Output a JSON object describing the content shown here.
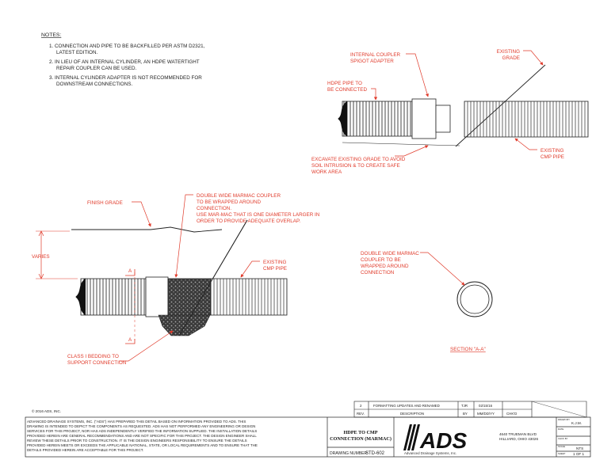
{
  "notes": {
    "heading": "NOTES:",
    "items": [
      [
        "1. CONNECTION AND PIPE TO BE BACKFILLED PER ASTM D2321,",
        "LATEST EDITION."
      ],
      [
        "2. IN LIEU OF AN INTERNAL CYLINDER, AN HDPE WATERTIGHT",
        "REPAIR COUPLER CAN BE USED."
      ],
      [
        "3. INTERNAL CYLINDER ADAPTER IS NOT RECOMMENDED FOR",
        "DOWNSTREAM CONNECTIONS."
      ]
    ]
  },
  "top_detail": {
    "coupler_label": [
      "INTERNAL COUPLER",
      "SPIGOT ADAPTER"
    ],
    "grade_label": [
      "EXISTING",
      "GRADE"
    ],
    "hdpe_label": [
      "HDPE PIPE TO",
      "BE CONNECTED"
    ],
    "excavate_label": [
      "EXCAVATE EXISTING GRADE TO AVOID",
      "SOIL INTRUSION & TO CREATE SAFE",
      "WORK AREA"
    ],
    "cmp_label": [
      "EXISTING",
      "CMP PIPE"
    ]
  },
  "bottom_detail": {
    "finish_grade": "FINISH GRADE",
    "marmac_label": [
      "DOUBLE WIDE MARMAC COUPLER",
      "TO BE WRAPPED AROUND",
      "CONNECTION.",
      "USE MAR-MAC THAT IS ONE DIAMETER LARGER IN",
      "ORDER TO PROVIDE ADEQUATE OVERLAP."
    ],
    "varies": "VARIES",
    "cmp_label": [
      "EXISTING",
      "CMP PIPE"
    ],
    "section_mark": "A",
    "bedding_label": [
      "CLASS I BEDDING TO",
      "SUPPORT CONNECTION"
    ]
  },
  "section": {
    "label": [
      "DOUBLE WIDE MARMAC",
      "COUPLER TO BE",
      "WRAPPED AROUND",
      "CONNECTION"
    ],
    "title": "SECTION \"A-A\""
  },
  "title_block": {
    "copyright": "© 2016 ADS, INC.",
    "revision": {
      "rev": "2",
      "description": "FORMATTING UPDATES AND RENAMED",
      "by": "TJR",
      "date": "02/15/16"
    },
    "headers": {
      "rev": "REV.",
      "description": "DESCRIPTION",
      "by": "BY",
      "date": "MM/DD/YY",
      "chkd": "CHK'D"
    },
    "disclaimer": [
      "ADVANCED DRAINAGE SYSTEMS, INC. (\"ADS\") HAS PREPARED THIS DETAIL BASED ON INFORMATION PROVIDED TO ADS.  THIS",
      "DRAWING IS INTENDED TO DEPICT THE COMPONENTS AS REQUESTED.  ADS HAS NOT PERFORMED ANY ENGINEERING OR DESIGN",
      "SERVICES FOR THIS PROJECT, NOR HAS ADS INDEPENDENTLY VERIFIED THE INFORMATION SUPPLIED.  THE INSTALLATION DETAILS",
      "PROVIDED HEREIN ARE GENERAL RECOMMENDATIONS AND ARE NOT SPECIFIC FOR THIS PROJECT.  THE DESIGN ENGINEER SHALL",
      "REVIEW THESE DETAILS PRIOR TO CONSTRUCTION.  IT IS THE DESIGN ENGINEERS RESPONSIBILITY TO ENSURE THE DETAILS",
      "PROVIDED HEREIN MEETS OR EXCEEDS THE APPLICABLE NATIONAL, STATE, OR LOCAL REQUIREMENTS AND TO ENSURE THAT THE",
      "DETAILS PROVIDED HEREIN ARE ACCEPTABLE FOR THIS PROJECT."
    ],
    "drawing_title": [
      "HDPE TO CMP",
      "CONNECTION (MARMAC)"
    ],
    "drawing_number_label": "DRAWING NUMBER:",
    "drawing_number": "STD-602",
    "logo_text": "ADS",
    "company_name": "Advanced Drainage Systems, Inc.",
    "address": [
      "4640 TRUEMAN BLVD",
      "HILLIARD, OHIO 43026"
    ],
    "drawn_by_label": "DRAWN BY",
    "drawn_by": "K.J.M.",
    "date_label": "DATE",
    "checked_by_label": "CHCK BY",
    "scale_label": "SCALE",
    "scale": "NTS",
    "sheet_label": "SHEET",
    "sheet": "1 OF 1"
  }
}
